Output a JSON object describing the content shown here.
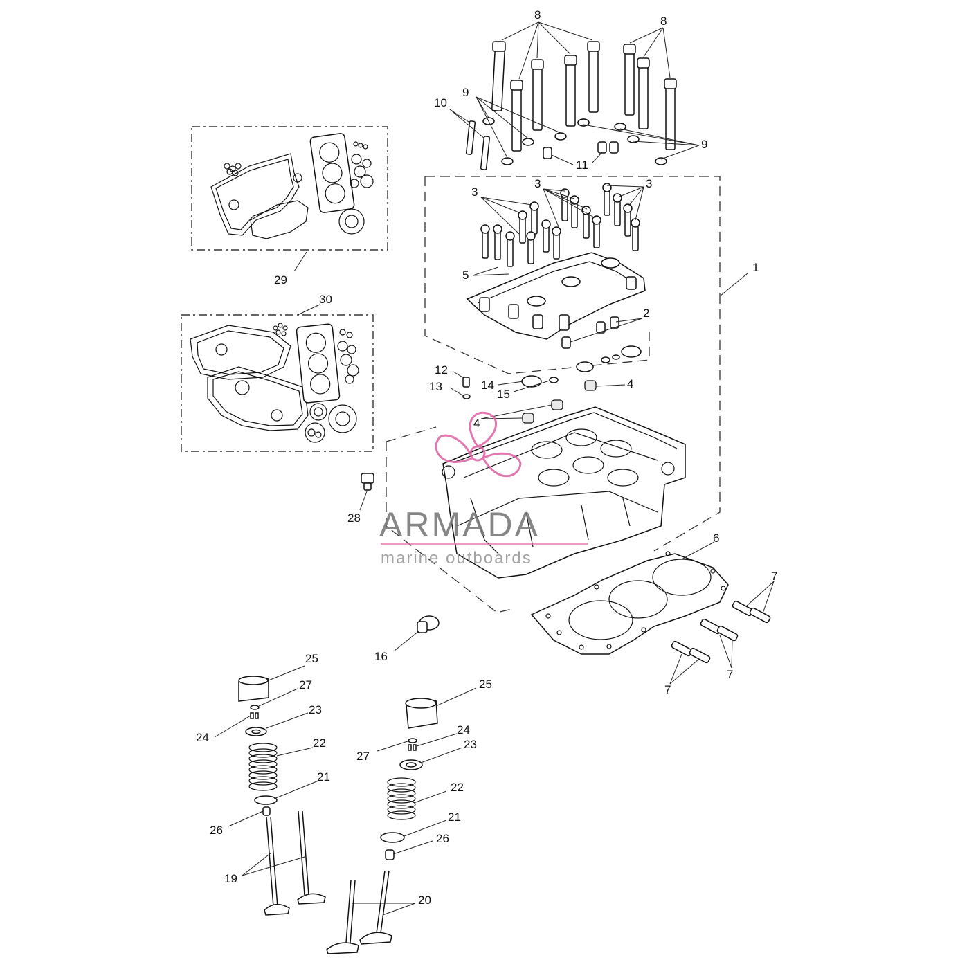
{
  "watermark": {
    "brand": "ARMADA",
    "tagline": "marine outboards",
    "accent_color": "#e06aa8",
    "text_color": "#7a7a7a"
  },
  "callouts": {
    "c1": "1",
    "c2": "2",
    "c3a": "3",
    "c3b": "3",
    "c3c": "3",
    "c4a": "4",
    "c4b": "4",
    "c5": "5",
    "c6": "6",
    "c7a": "7",
    "c7b": "7",
    "c7c": "7",
    "c8a": "8",
    "c8b": "8",
    "c9a": "9",
    "c9b": "9",
    "c10": "10",
    "c11": "11",
    "c12": "12",
    "c13": "13",
    "c14": "14",
    "c15": "15",
    "c16": "16",
    "c19": "19",
    "c20": "20",
    "c21a": "21",
    "c21b": "21",
    "c22a": "22",
    "c22b": "22",
    "c23a": "23",
    "c23b": "23",
    "c24a": "24",
    "c24b": "24",
    "c25a": "25",
    "c25b": "25",
    "c26a": "26",
    "c26b": "26",
    "c27a": "27",
    "c27b": "27",
    "c28": "28",
    "c29": "29",
    "c30": "30"
  }
}
